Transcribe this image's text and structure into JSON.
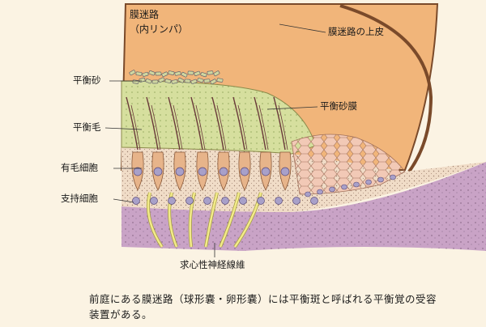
{
  "labels": {
    "endolymph_title": "膜迷路",
    "endolymph_sub": "（内リンパ）",
    "membranous_epithelium": "膜迷路の上皮",
    "otoconia": "平衡砂",
    "otolithic_membrane": "平衡砂膜",
    "hair": "平衡毛",
    "hair_cell": "有毛細胞",
    "supporting_cell": "支持細胞",
    "afferent_fibers": "求心性神経線維"
  },
  "caption": "前庭にある膜迷路（球形嚢・卵形嚢）には平衡斑と呼ばれる平衡覚の受容装置がある。",
  "colors": {
    "background": "#fbf3e3",
    "endolymph": "#f1b57a",
    "membrane_edge": "#7a4a2a",
    "otolithic_membrane": "#d6df9e",
    "epithelium": "#f0dcc7",
    "hair_cell": "#e7b48a",
    "nucleus": "#a8a0c9",
    "connective_tissue": "#c9a3c6",
    "nerve": "#f2ea8a"
  }
}
